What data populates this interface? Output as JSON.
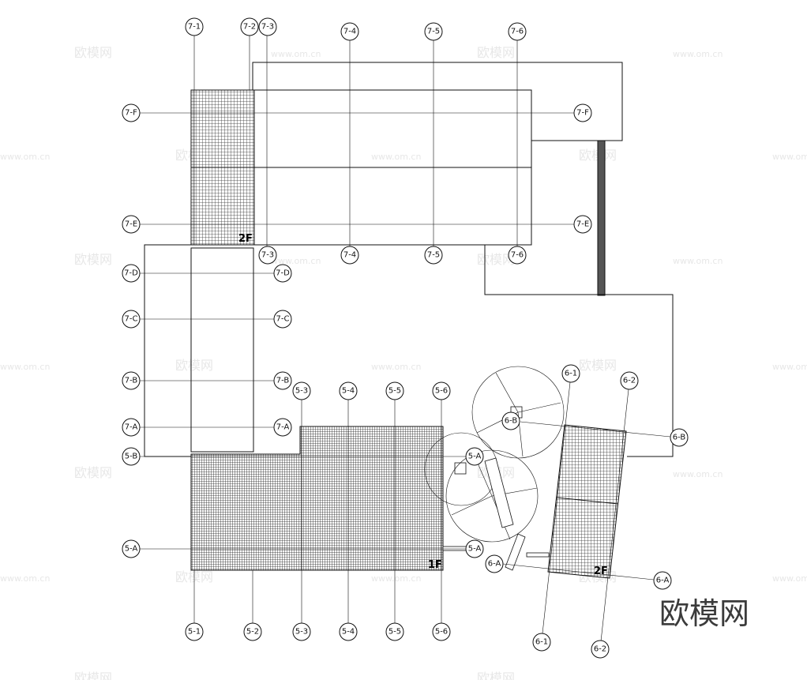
{
  "watermark": {
    "site_text": "www.om.cn",
    "logo_text": "欧模网"
  },
  "brand_mark": "欧模网",
  "floor_labels": {
    "tower_7": "2F",
    "block_5": "1F",
    "block_6": "2F"
  },
  "grid_labels": {
    "g7_1": "7-1",
    "g7_2": "7-2",
    "g7_3": "7-3",
    "g7_4": "7-4",
    "g7_5": "7-5",
    "g7_6": "7-6",
    "g7_F": "7-F",
    "g7_E": "7-E",
    "g7_D": "7-D",
    "g7_C": "7-C",
    "g7_B": "7-B",
    "g7_A": "7-A",
    "g5_1": "5-1",
    "g5_2": "5-2",
    "g5_3": "5-3",
    "g5_4": "5-4",
    "g5_5": "5-5",
    "g5_6": "5-6",
    "g5_A": "5-A",
    "g5_B": "5-B",
    "g6_1": "6-1",
    "g6_2": "6-2",
    "g6_A": "6-A",
    "g6_B": "6-B"
  }
}
